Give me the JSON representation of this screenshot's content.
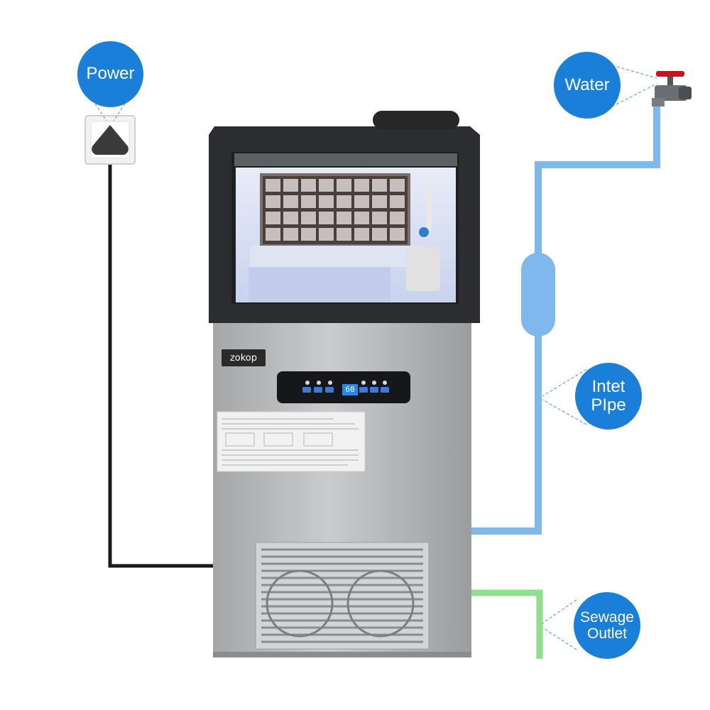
{
  "labels": {
    "power": "Power",
    "water": "Water",
    "inlet_line1": "Intet",
    "inlet_line2": "PIpe",
    "sewage_line1": "Sewage",
    "sewage_line2": "Outlet"
  },
  "machine": {
    "brand": "zokop",
    "display_value": "60"
  },
  "colors": {
    "bubble": "#1a7fd9",
    "power_cord": "#1a1a1a",
    "inlet_pipe": "#7fb8ec",
    "sewage_pipe": "#8ee08a",
    "steel": "#b9bbbd",
    "frame": "#2b2d30"
  }
}
